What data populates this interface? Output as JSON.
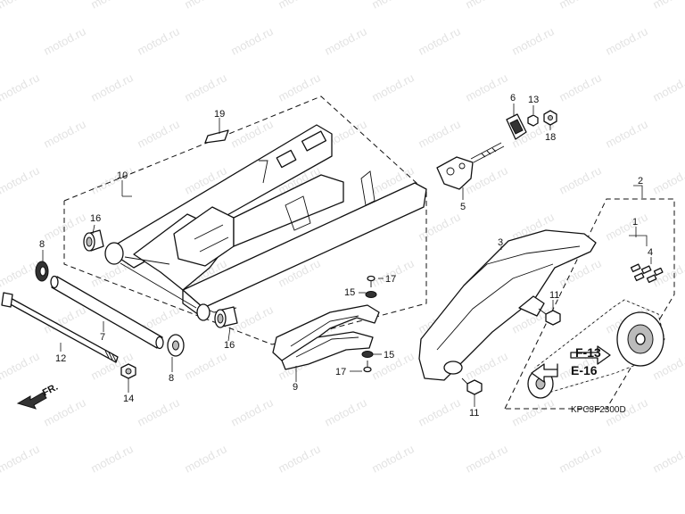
{
  "watermark": {
    "text": "motod.ru"
  },
  "diagram_code": "KPC3F2300D",
  "direction_label": "FR.",
  "refs": {
    "f13": "F-13",
    "e16": "E-16"
  },
  "parts": {
    "p1": "1",
    "p2": "2",
    "p3": "3",
    "p4": "4",
    "p5": "5",
    "p6": "6",
    "p7": "7",
    "p8a": "8",
    "p8b": "8",
    "p9": "9",
    "p10": "10",
    "p11a": "11",
    "p11b": "11",
    "p12": "12",
    "p13": "13",
    "p14": "14",
    "p15a": "15",
    "p15b": "15",
    "p16a": "16",
    "p16b": "16",
    "p17a": "17",
    "p17b": "17",
    "p18": "18",
    "p19": "19"
  }
}
